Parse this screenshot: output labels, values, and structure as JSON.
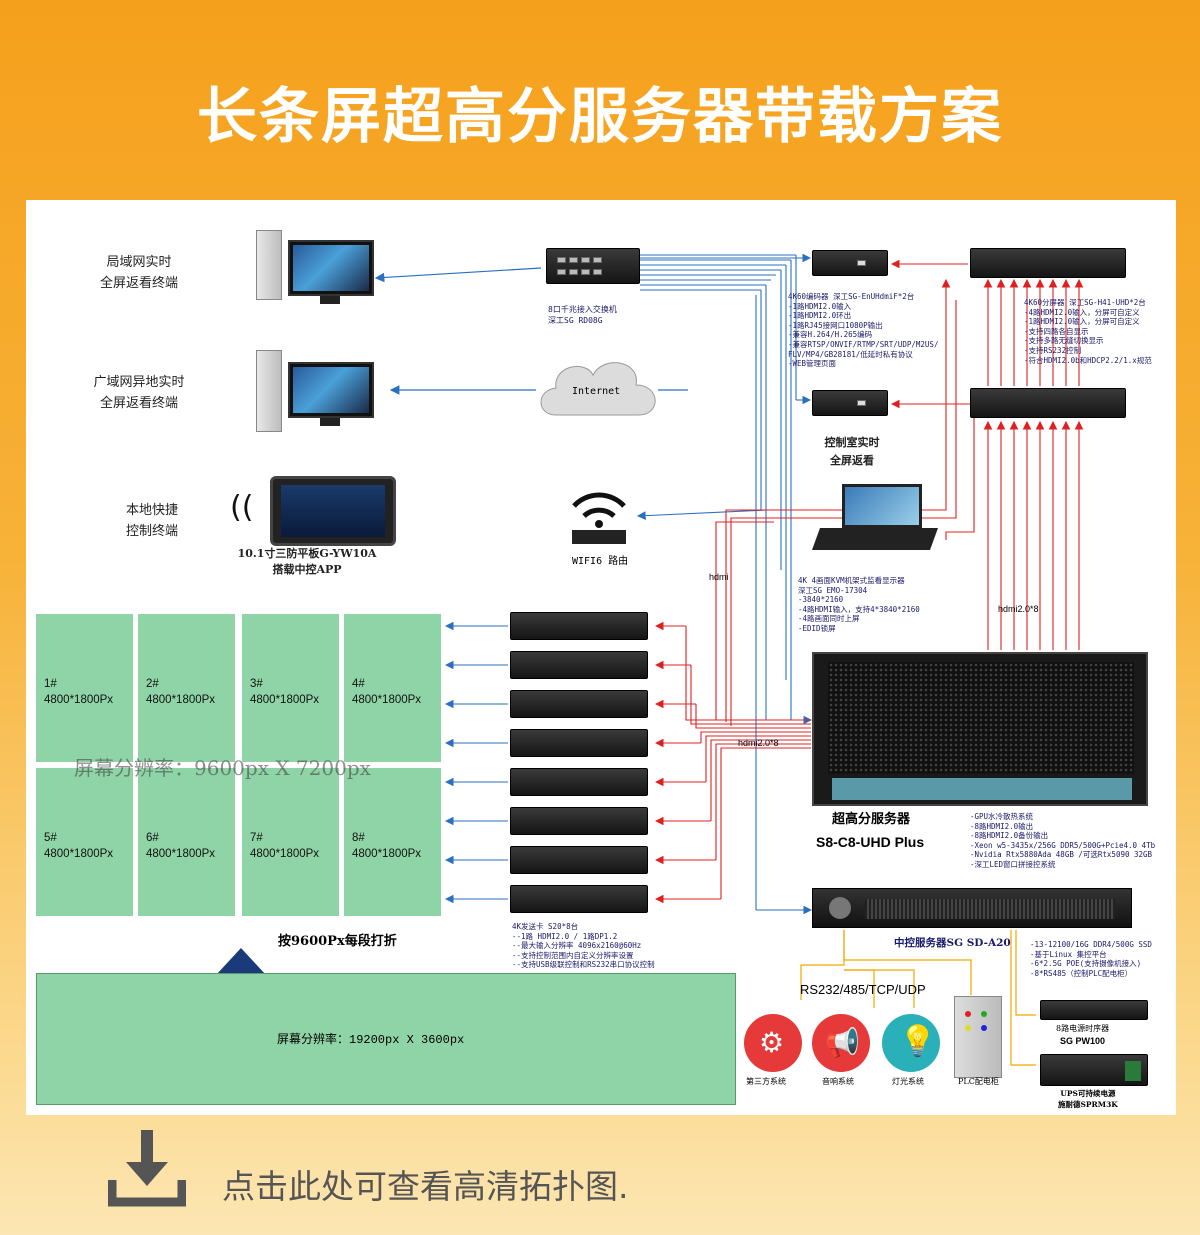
{
  "title": "长条屏超高分服务器带载方案",
  "terminals": {
    "lan": "局域网实时\n全屏返看终端",
    "lan_line1": "局域网实时",
    "lan_line2": "全屏返看终端",
    "wan_line1": "广域网异地实时",
    "wan_line2": "全屏返看终端",
    "local_line1": "本地快捷",
    "local_line2": "控制终端",
    "tablet_line1": "10.1寸三防平板G-YW10A",
    "tablet_line2": "搭载中控APP"
  },
  "switch": {
    "line1": "8口千兆接入交换机",
    "line2": "深工SG RD08G"
  },
  "internet": "Internet",
  "router": "WIFI6 路由",
  "encoder": {
    "spec": "4K60编码器 深工SG-EnUHdmiF*2台\n-1路HDMI2.0输入\n-1路HDMI2.0环出\n-1路RJ45接网口1080P输出\n-兼容H.264/H.265编码\n-兼容RTSP/ONVIF/RTMP/SRT/UDP/M2US/\nFLV/MP4/GB28181/低延时私有协议\n-WEB管理页面"
  },
  "splitter": {
    "spec": "4K60分屏器 深工SG-H41-UHD*2台\n-4路HDMI2.0输入，分屏可自定义\n-1路HDMI2.0输入，分屏可自定义\n-支持四路各自显示\n-支持多路无缝切换显示\n-支持RS232控制\n-符合HDMI2.0b和HDCP2.2/1.x规范"
  },
  "control_room": {
    "line1": "控制室实时",
    "line2": "全屏返看"
  },
  "kvm": {
    "spec": "4K 4画面KVM机架式监看显示器\n深工SG EMO-17304\n-3840*2160\n-4路HDMI输入，支持4*3840*2160\n-4路画面同时上屏\n-EDID锁屏"
  },
  "hdmi_label": "hdmi",
  "hdmi20x8_right": "hdmi2.0*8",
  "hdmi20x8_mid": "hdmi2.0*8",
  "screens": [
    {
      "id": "1#",
      "res": "4800*1800Px"
    },
    {
      "id": "2#",
      "res": "4800*1800Px"
    },
    {
      "id": "3#",
      "res": "4800*1800Px"
    },
    {
      "id": "4#",
      "res": "4800*1800Px"
    },
    {
      "id": "5#",
      "res": "4800*1800Px"
    },
    {
      "id": "6#",
      "res": "4800*1800Px"
    },
    {
      "id": "7#",
      "res": "4800*1800Px"
    },
    {
      "id": "8#",
      "res": "4800*1800Px"
    }
  ],
  "screen_overlay": "屏幕分辨率：9600px X 7200px",
  "fold_label": "按9600Px每段打折",
  "long_screen": "屏幕分辨率：19200px X 3600px",
  "sender": {
    "spec": "4K发送卡 S20*8台\n--1路 HDMI2.0 / 1路DP1.2\n--最大输入分辨率 4096x2160@60Hz\n--支持控制范围内自定义分辨率设置\n--支持USB级联控制和RS232串口协议控制"
  },
  "server": {
    "name": "超高分服务器",
    "model": "S8-C8-UHD Plus",
    "spec": "-GPU水冷散热系统\n-8路HDMI2.0输出\n-8路HDMI2.0备份输出\n-Xeon w5-3435x/256G DDR5/500G+Pcie4.0 4Tb\n-Nvidia Rtx5880Ada 48GB /可选Rtx5090 32GB\n-深工LED窗口拼接控系统"
  },
  "central": {
    "name": "中控服务器SG SD-A20",
    "spec": "-13-12100/16G DDR4/500G SSD\n-基于Linux 集控平台\n-6*2.5G POE(支持摄像机接入)\n-8*RS485（控制PLC配电柜）"
  },
  "protocol": "RS232/485/TCP/UDP",
  "systems": [
    "第三方系统",
    "音响系统",
    "灯光系统",
    "PLC配电柜"
  ],
  "power_seq": {
    "line1": "8路电源时序器",
    "line2": "SG PW100"
  },
  "ups": {
    "line1": "UPS可持续电源",
    "line2": "施耐德SPRM3K"
  },
  "download": "点击此处可查看高清拓扑图.",
  "colors": {
    "accent": "#f5a01c",
    "red_line": "#e02020",
    "blue_line": "#2a6fc0",
    "screen_green": "#8fd4a6",
    "icon_red": "#e63a3a",
    "icon_teal": "#2ab0b8"
  }
}
